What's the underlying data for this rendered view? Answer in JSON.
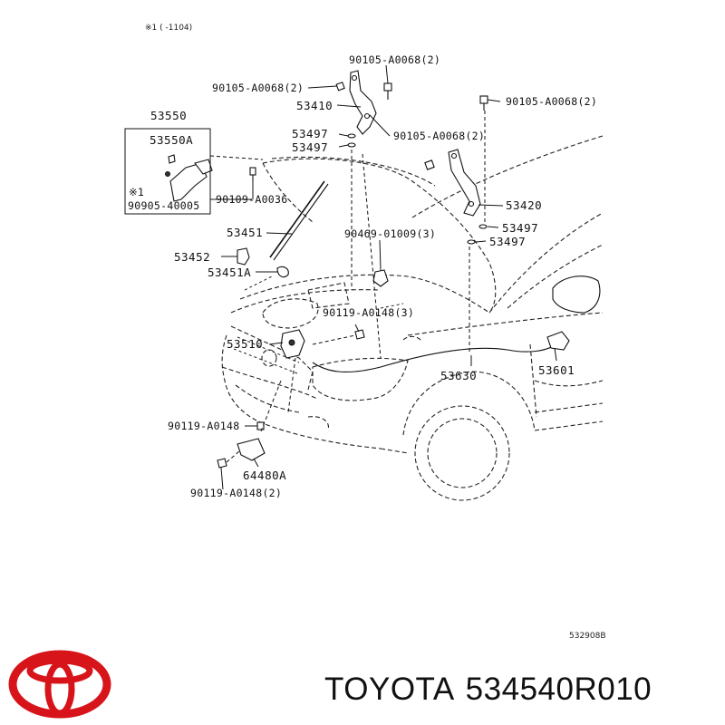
{
  "header_note": "※1 (      -1104)",
  "footer_code": "532908B",
  "brand": {
    "name": "TOYOTA",
    "part_number": "534540R010",
    "logo_color": "#d7141a"
  },
  "callouts": [
    "90105-A0068(2)",
    "90105-A0068(2)",
    "90105-A0068(2)",
    "53410",
    "90105-A0068(2)",
    "53550",
    "53550A",
    "53497",
    "53497",
    "53420",
    "53497",
    "53497",
    "90109-A0036",
    "※1",
    "90905-40005",
    "53451",
    "90469-01009(3)",
    "53452",
    "53451A",
    "90119-A0148(3)",
    "53510",
    "53630",
    "53601",
    "90119-A0148",
    "64480A",
    "90119-A0148(2)"
  ]
}
